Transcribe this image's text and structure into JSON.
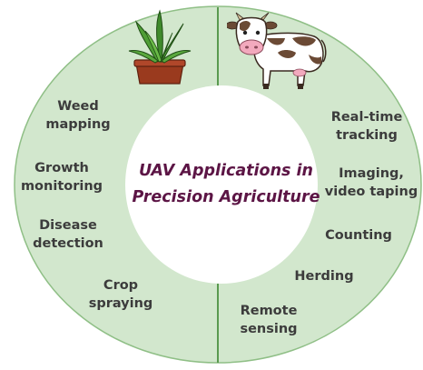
{
  "center": {
    "title_line1": "UAV Applications in",
    "title_line2": "Precision Agriculture"
  },
  "crop_applications": [
    {
      "line1": "Weed",
      "line2": "mapping"
    },
    {
      "line1": "Growth",
      "line2": "monitoring"
    },
    {
      "line1": "Disease",
      "line2": "detection"
    },
    {
      "line1": "Crop",
      "line2": "spraying"
    }
  ],
  "livestock_applications": [
    {
      "line1": "Real-time",
      "line2": "tracking"
    },
    {
      "line1": "Imaging,",
      "line2": "video taping"
    },
    {
      "line1": "Counting"
    },
    {
      "line1": "Herding"
    },
    {
      "line1": "Remote",
      "line2": "sensing"
    }
  ],
  "icons": {
    "crop": "potted-plant-icon",
    "livestock": "cow-icon"
  },
  "colors": {
    "ring_fill": "#d2e7cd",
    "ring_stroke": "#8fbf86",
    "divider": "#5a9a4f",
    "title": "#5c1545",
    "label": "#3c3c3c"
  }
}
